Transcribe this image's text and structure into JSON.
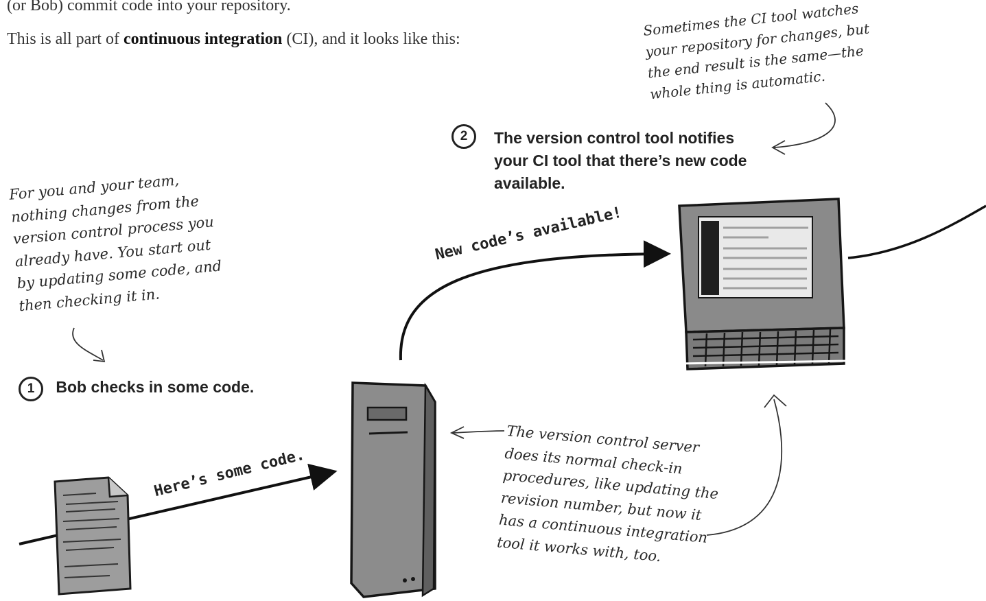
{
  "intro": {
    "line_top": "(or Bob) commit code into your repository.",
    "para_before": "This is all part of ",
    "para_bold": "continuous integration",
    "para_after": " (CI), and it looks like this:"
  },
  "notes": {
    "team": [
      "For you and your team,",
      "nothing changes from the",
      "version control process you",
      "already have. You start out",
      "by updating some code, and",
      "then checking it in."
    ],
    "ci_watch": [
      "Sometimes the CI tool watches",
      "your repository for changes, but",
      "the end result is the same—the",
      "whole thing is automatic."
    ],
    "server": [
      "The version control server",
      "does its normal check-in",
      "procedures, like updating the",
      "revision number, but now it",
      "has a continuous integration",
      "tool it works with, too."
    ]
  },
  "steps": [
    {
      "num": "1",
      "text": "Bob checks in some code."
    },
    {
      "num": "2",
      "lines": [
        "The version control tool notifies",
        "your CI tool that there’s new code",
        "available."
      ]
    }
  ],
  "arrow_labels": {
    "code": "Here’s some code.",
    "available": "New code’s available!"
  }
}
